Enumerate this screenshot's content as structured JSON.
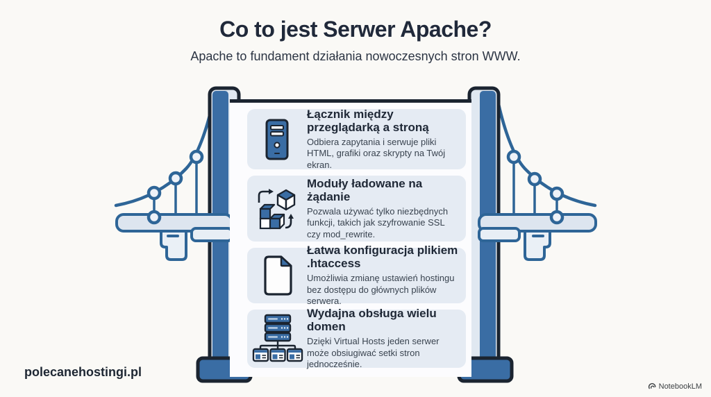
{
  "page": {
    "title": "Co to jest Serwer Apache?",
    "subtitle": "Apache to fundament działania nowoczesnych stron WWW."
  },
  "cards": [
    {
      "icon": "server-tower-icon",
      "title": "Łącznik między przeglądarką a stroną",
      "body": "Odbiera zapytania i serwuje pliki HTML, grafiki oraz skrypty na Twój ekran."
    },
    {
      "icon": "modules-cubes-icon",
      "title": "Moduły ładowane na żądanie",
      "body": "Pozwala używać tylko niezbędnych funkcji, takich jak szyfrowanie SSL czy mod_rewrite."
    },
    {
      "icon": "htaccess-file-icon",
      "title": "Łatwa konfiguracja plikiem .htaccess",
      "body": "Umożliwia zmianę ustawień hostingu bez dostępu do głównych plików serwera."
    },
    {
      "icon": "virtual-hosts-icon",
      "title": "Wydajna obsługa wielu domen",
      "body": "Dzięki Virtual Hosts jeden serwer może obsiugiwać setki stron jednocześnie."
    }
  ],
  "footer": {
    "site": "polecanehostingi.pl",
    "watermark": "NotebookLM"
  },
  "colors": {
    "background": "#faf9f6",
    "panel_bg": "#fcfcfe",
    "card_bg": "#e5ebf3",
    "accent_blue": "#3a6da4",
    "cable_blue": "#2e6597",
    "outline_dark": "#1b2430",
    "text_dark": "#20293a"
  }
}
